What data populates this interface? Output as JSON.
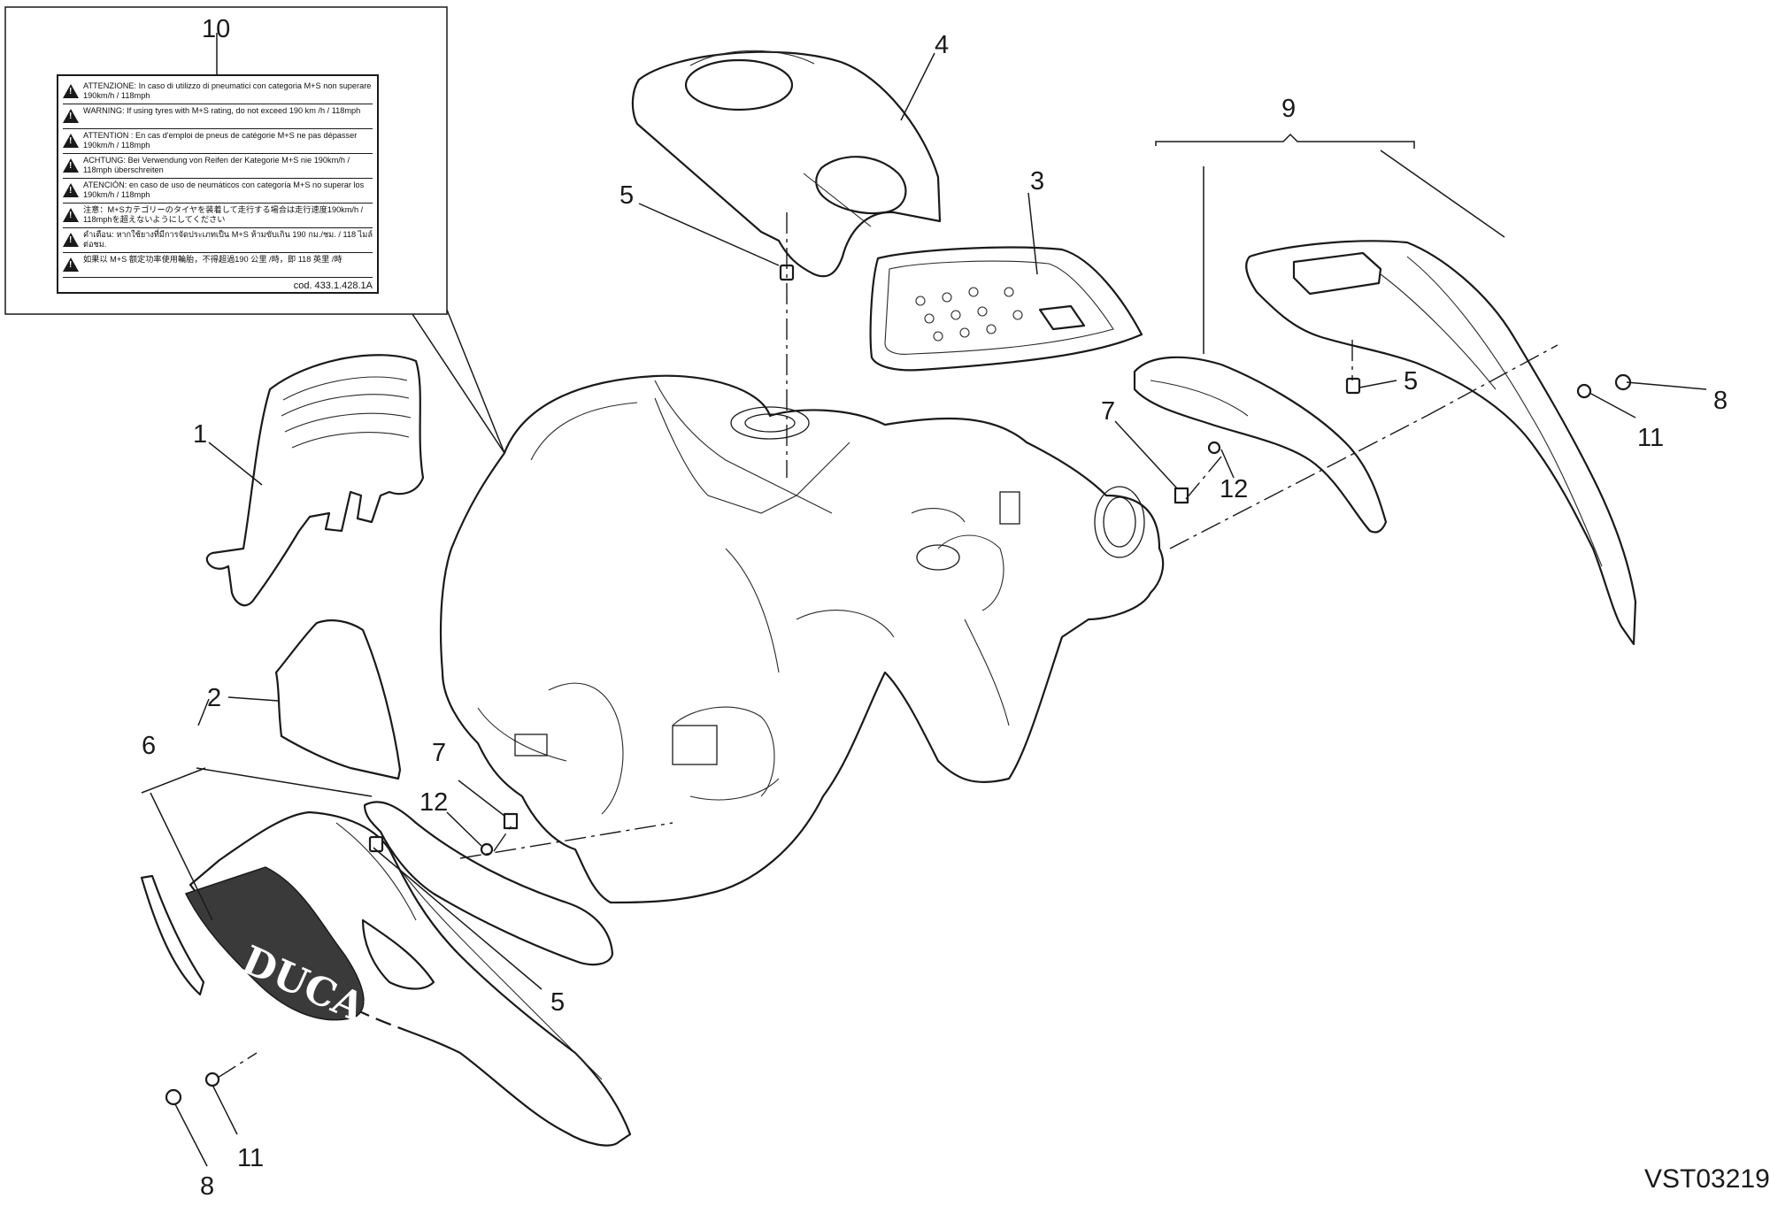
{
  "callouts": {
    "c1": "1",
    "c2": "2",
    "c3": "3",
    "c4": "4",
    "c5a": "5",
    "c5b": "5",
    "c5c": "5",
    "c6": "6",
    "c7a": "7",
    "c7b": "7",
    "c8a": "8",
    "c8b": "8",
    "c9": "9",
    "c10": "10",
    "c11a": "11",
    "c11b": "11",
    "c12a": "12",
    "c12b": "12"
  },
  "warning_label": {
    "rows": [
      "ATTENZIONE: In caso di utilizzo di pneumatici con categoria M+S non superare 190km/h / 118mph",
      "WARNING: If using tyres with M+S rating, do not exceed 190 km /h / 118mph",
      "ATTENTION : En cas d'emploi de pneus de catégorie M+S ne pas dépasser 190km/h / 118mph",
      "ACHTUNG: Bei Verwendung von Reifen der Kategorie M+S nie 190km/h / 118mph überschreiten",
      "ATENCIÓN: en caso de uso de neumáticos con categoría M+S no superar los 190km/h / 118mph",
      "注意：M+Sカテゴリーのタイヤを装着して走行する場合は走行速度190km/h / 118mphを超えないようにしてください",
      "คำเตือน: หากใช้ยางที่มีการจัดประเภทเป็น M+S ห้ามขับเกิน 190 กม./ชม. / 118 ไมล์ต่อชม.",
      "如果以 M+S 额定功率使用輪胎，不得超過190 公里 /時，即 118 英里 /時"
    ],
    "code": "cod. 433.1.428.1A"
  },
  "brand_text": "DUCATI",
  "reference_code": "VST03219"
}
